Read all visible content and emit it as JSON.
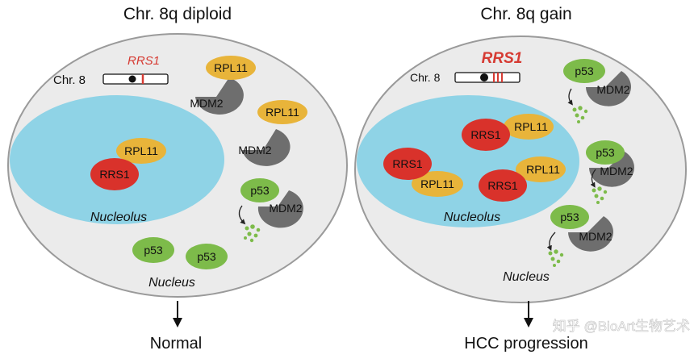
{
  "panels": {
    "left": {
      "title": "Chr. 8q diploid",
      "chr_label": "Chr. 8",
      "gene_label": "RRS1",
      "nucleolus_label": "Nucleolus",
      "nucleus_label": "Nucleus",
      "outcome": "Normal"
    },
    "right": {
      "title": "Chr. 8q gain",
      "chr_label": "Chr. 8",
      "gene_label": "RRS1",
      "nucleolus_label": "Nucleolus",
      "nucleus_label": "Nucleus",
      "outcome": "HCC progression"
    }
  },
  "proteins": {
    "rpl11": "RPL11",
    "rrs1": "RRS1",
    "mdm2": "MDM2",
    "p53": "p53"
  },
  "watermark": "知乎 @BioArt生物艺术",
  "colors": {
    "cell_fill": "#ebebeb",
    "cell_stroke": "#9a9a9a",
    "nucleolus": "#8fd3e6",
    "rpl11": "#e8b43a",
    "rrs1": "#d9322b",
    "mdm2": "#6e6e6e",
    "p53": "#7dbb4a",
    "gene_red": "#d63b33"
  }
}
